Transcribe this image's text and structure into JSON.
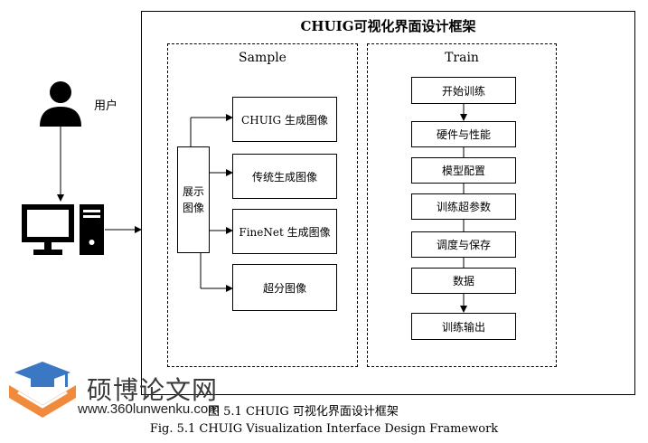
{
  "frame_title": "CHUIG可视化界面设计框架",
  "user_label": "用户",
  "sample": {
    "title": "Sample",
    "display_label": [
      "展示",
      "图像"
    ],
    "outputs": [
      "CHUIG 生成图像",
      "传统生成图像",
      "FineNet 生成图像",
      "超分图像"
    ]
  },
  "train": {
    "title": "Train",
    "steps": [
      "开始训练",
      "硬件与性能",
      "模型配置",
      "训练超参数",
      "调度与保存",
      "数据",
      "训练输出"
    ]
  },
  "caption": {
    "cn_prefix": "图 5.1",
    "cn": "CHUIG 可视化界面设计框架",
    "en": "Fig. 5.1 CHUIG Visualization Interface Design Framework"
  },
  "watermark": {
    "title": "硕博论文网",
    "url": "www.360lunwenku.com"
  },
  "icons": [
    "user-icon",
    "computer-icon",
    "graduation-cap-logo-icon"
  ]
}
